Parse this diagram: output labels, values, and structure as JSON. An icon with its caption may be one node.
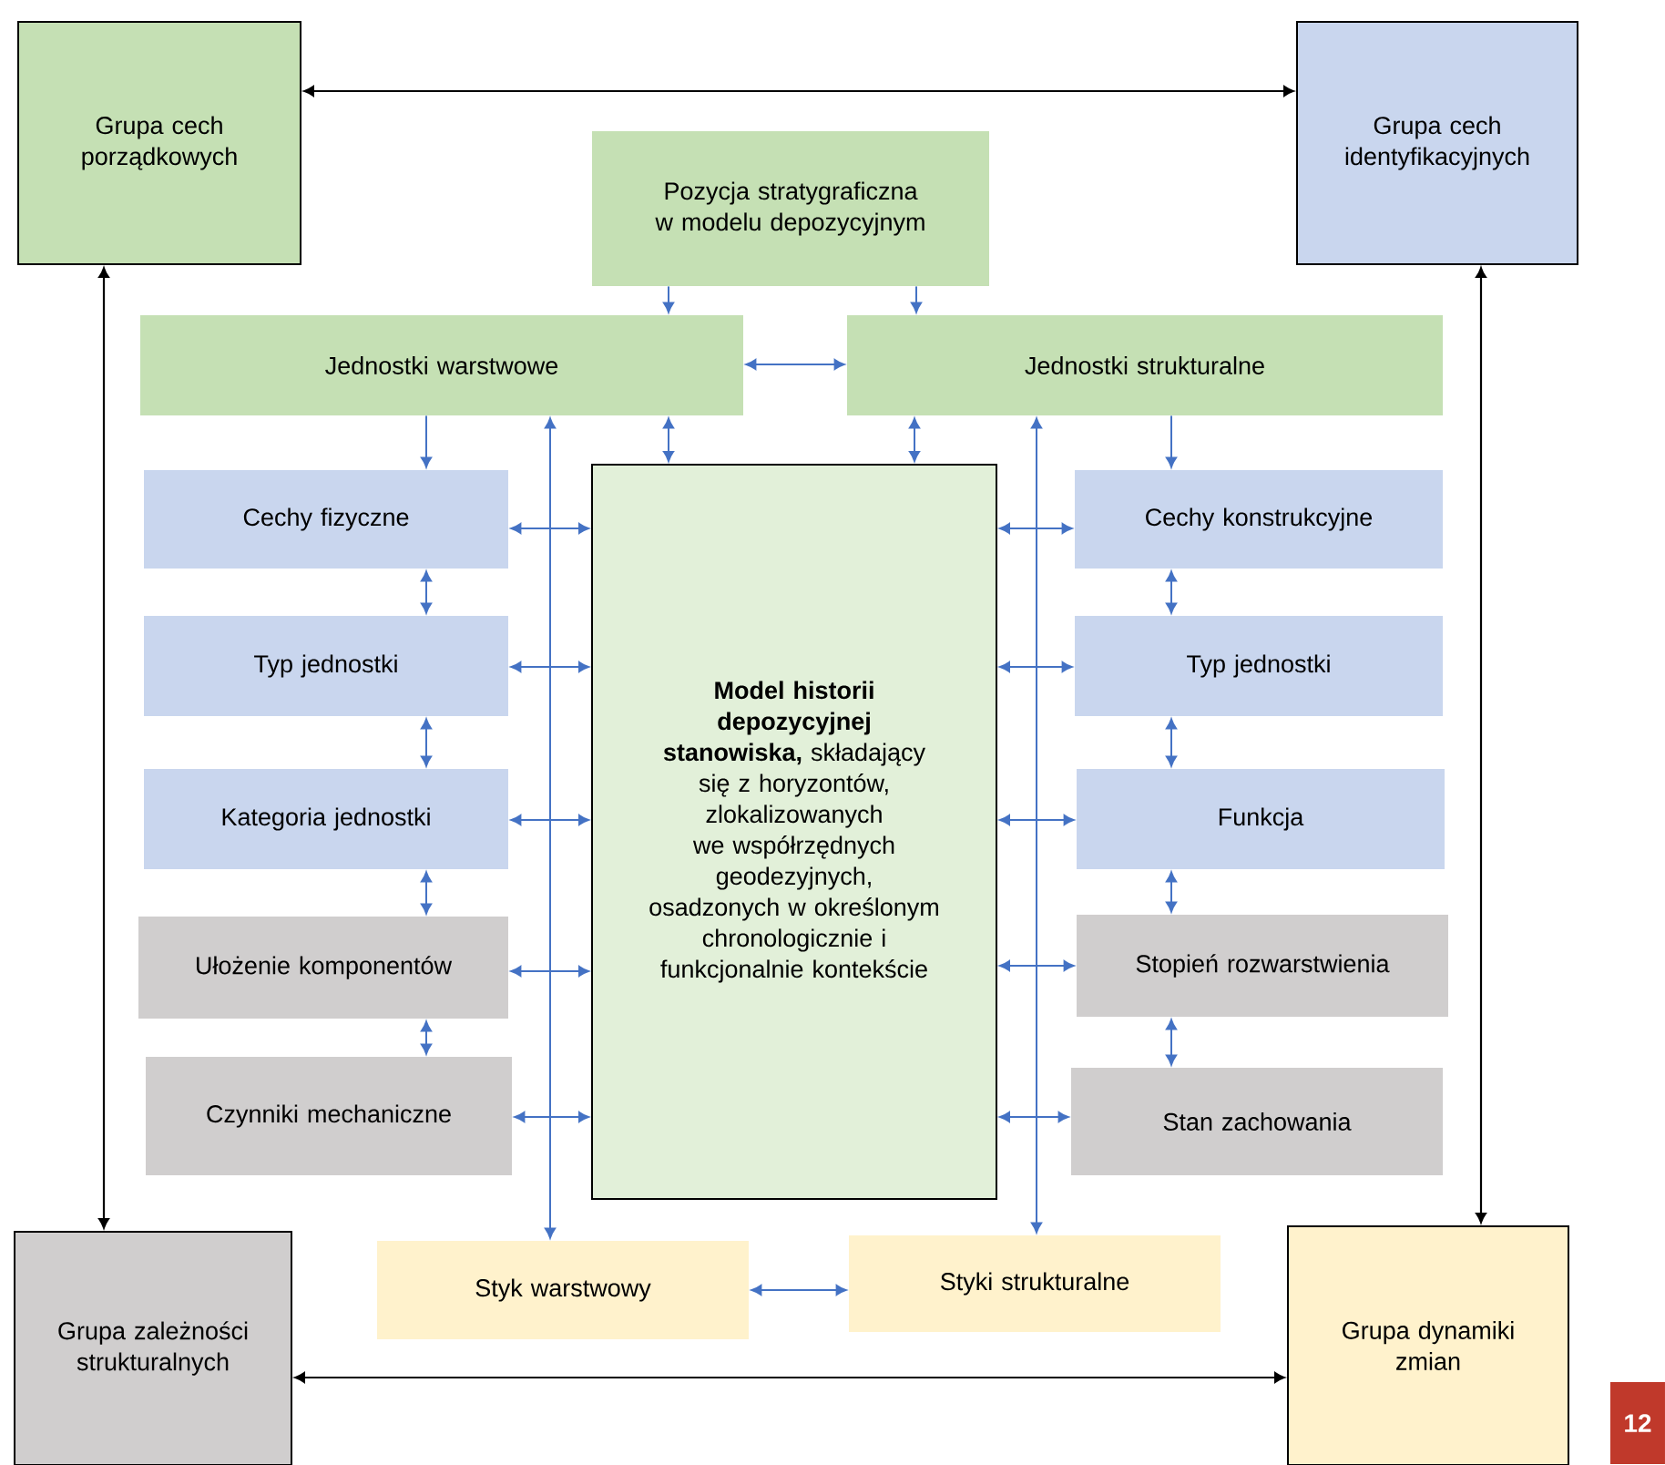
{
  "diagram": {
    "nodes": [
      {
        "text": [
          "Grupa cech porządkowych"
        ]
      },
      {
        "text": [
          "Pozycja stratygraficzna w modelu depozycyjnym"
        ]
      },
      {
        "text": [
          "Grupa cech identyfikacyjnych"
        ]
      },
      {
        "text": [
          "Jednostki warstwowe"
        ]
      },
      {
        "text": [
          "Jednostki strukturalne"
        ]
      },
      {
        "text": [
          "Cechy fizyczne"
        ]
      },
      {
        "text": [
          "**Model historii depozycyjnej stanowiska,** składający się z horyzontów, zlokalizowanych we współrzędnych geodezyjnych, osadzonych w określonym chronologicznie i funkcjonalnie kontekście"
        ]
      },
      {
        "text": [
          "Cechy konstrukcyjne"
        ]
      },
      {
        "text": [
          "Typ jednostki"
        ]
      },
      {
        "text": [
          "Typ jednostki"
        ]
      },
      {
        "text": [
          "Kategoria jednostki"
        ]
      },
      {
        "text": [
          "Funkcja"
        ]
      },
      {
        "text": [
          "Ułożenie komponentów"
        ]
      },
      {
        "text": [
          "Stopień rozwarstwienia"
        ]
      },
      {
        "text": [
          "Czynniki mechaniczne"
        ]
      },
      {
        "text": [
          "Stan zachowania"
        ]
      },
      {
        "text": [
          "Grupa zależności strukturalnych"
        ]
      },
      {
        "text": [
          "Styk warstwowy"
        ]
      },
      {
        "text": [
          "Styki strukturalne"
        ]
      },
      {
        "text": [
          "Grupa dynamiki zmian"
        ]
      }
    ],
    "edges": [
      {
        "from": 0,
        "to": 2,
        "arrow": "both",
        "color": "#000000"
      },
      {
        "from": 0,
        "to": 16,
        "arrow": "both",
        "color": "#000000"
      },
      {
        "from": 2,
        "to": 19,
        "arrow": "both",
        "color": "#000000"
      },
      {
        "from": 16,
        "to": 19,
        "arrow": "both",
        "color": "#000000"
      },
      {
        "from": 1,
        "to": 3,
        "arrow": "to"
      },
      {
        "from": 1,
        "to": 4,
        "arrow": "to"
      },
      {
        "from": 3,
        "to": 4,
        "arrow": "both"
      },
      {
        "from": 3,
        "to": 6,
        "arrow": "both"
      },
      {
        "from": 4,
        "to": 6,
        "arrow": "both"
      },
      {
        "from": 3,
        "to": 5,
        "arrow": "to"
      },
      {
        "from": 4,
        "to": 7,
        "arrow": "to"
      },
      {
        "from": 5,
        "to": 8,
        "arrow": "both"
      },
      {
        "from": 8,
        "to": 10,
        "arrow": "both"
      },
      {
        "from": 10,
        "to": 12,
        "arrow": "both"
      },
      {
        "from": 12,
        "to": 14,
        "arrow": "both"
      },
      {
        "from": 7,
        "to": 9,
        "arrow": "both"
      },
      {
        "from": 9,
        "to": 11,
        "arrow": "both"
      },
      {
        "from": 11,
        "to": 13,
        "arrow": "both"
      },
      {
        "from": 13,
        "to": 15,
        "arrow": "both"
      },
      {
        "from": 5,
        "to": 6,
        "arrow": "both"
      },
      {
        "from": 8,
        "to": 6,
        "arrow": "both"
      },
      {
        "from": 10,
        "to": 6,
        "arrow": "both"
      },
      {
        "from": 12,
        "to": 6,
        "arrow": "both"
      },
      {
        "from": 14,
        "to": 6,
        "arrow": "both"
      },
      {
        "from": 6,
        "to": 7,
        "arrow": "both"
      },
      {
        "from": 6,
        "to": 9,
        "arrow": "both"
      },
      {
        "from": 6,
        "to": 11,
        "arrow": "both"
      },
      {
        "from": 6,
        "to": 13,
        "arrow": "both"
      },
      {
        "from": 6,
        "to": 15,
        "arrow": "both"
      },
      {
        "from": 17,
        "to": 3,
        "arrow": "both"
      },
      {
        "from": 18,
        "to": 4,
        "arrow": "both"
      },
      {
        "from": 17,
        "to": 18,
        "arrow": "both"
      }
    ],
    "labels": [
      "12"
    ]
  }
}
